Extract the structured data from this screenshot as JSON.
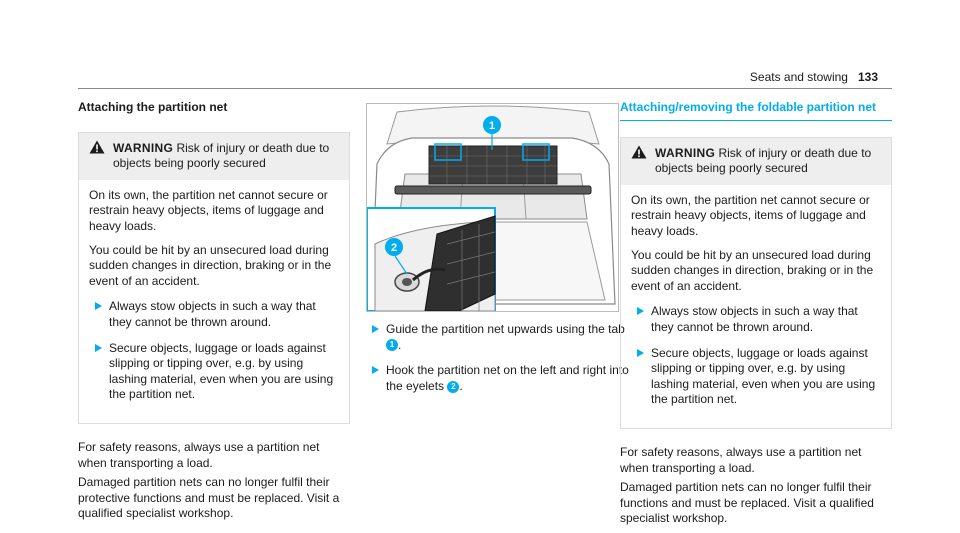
{
  "header": {
    "section": "Seats and stowing",
    "page_number": "133"
  },
  "left": {
    "title": "Attaching the partition net",
    "warning": {
      "label": "WARNING",
      "line": "Risk of injury or death due to objects being poorly secured",
      "p1": "On its own, the partition net cannot secure or restrain heavy objects, items of luggage and heavy loads.",
      "p2": "You could be hit by an unsecured load during sudden changes in direction, braking or in the event of an accident.",
      "bullets": [
        "Always stow objects in such a way that they cannot be thrown around.",
        "Secure objects, luggage or loads against slipping or tipping over, e.g. by using lashing material, even when you are using the partition net."
      ]
    },
    "after1": "For safety reasons, always use a partition net when transporting a load.",
    "after2": "Damaged partition nets can no longer fulfil their protective functions and must be replaced. Visit a qualified specialist workshop."
  },
  "middle": {
    "callout1": "1",
    "callout2": "2",
    "step1_text": "Guide the partition net upwards using the tab",
    "step1_tail": ".",
    "step2_text": "Hook the partition net on the left and right into the eyelets",
    "step2_tail": "."
  },
  "right": {
    "title": "Attaching/removing the foldable partition net",
    "warning": {
      "label": "WARNING",
      "line": "Risk of injury or death due to objects being poorly secured",
      "p1": "On its own, the partition net cannot secure or restrain heavy objects, items of luggage and heavy loads.",
      "p2": "You could be hit by an unsecured load during sudden changes in direction, braking or in the event of an accident.",
      "bullets": [
        "Always stow objects in such a way that they cannot be thrown around.",
        "Secure objects, luggage or loads against slipping or tipping over, e.g. by using lashing material, even when you are using the partition net."
      ]
    },
    "after1": "For safety reasons, always use a partition net when transporting a load.",
    "after2": "Damaged partition nets can no longer fulfil their functions and must be replaced. Visit a qualified specialist workshop."
  },
  "colors": {
    "accent": "#00adef",
    "warning_bg": "#eeeeee",
    "text": "#1c1c1c"
  },
  "icons": {
    "warning": "warning-triangle-icon",
    "bullet": "arrow-right-icon"
  }
}
